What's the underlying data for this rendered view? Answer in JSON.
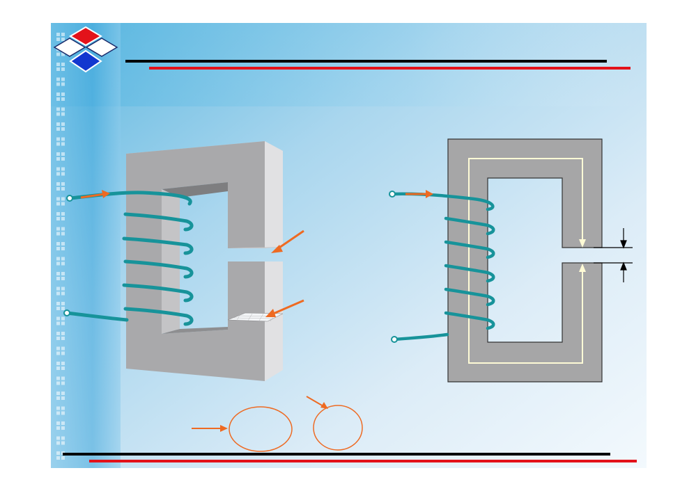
{
  "slide": {
    "colors": {
      "bg_light": "#eef7fc",
      "bg_mid": "#a9d6ee",
      "bg_dark": "#5ab6df",
      "rule_black": "#000000",
      "rule_red": "#e3121a",
      "logo_red": "#e3121a",
      "logo_blue": "#1237cf",
      "core_gray": "#a6a6a7",
      "core_face": "#c9c9cb",
      "coil_teal": "#17939a",
      "arrow_orange": "#ee6a22",
      "flux_path": "#fffbd6"
    }
  },
  "diagram": {
    "left_core": {
      "view": "3d",
      "has_air_gap": true,
      "coil_turns": 6
    },
    "right_core": {
      "view": "cross-section",
      "has_air_gap": true,
      "coil_turns": 6
    },
    "annotations": {
      "gap_arrows": 2,
      "ellipse_callouts": 2
    }
  }
}
